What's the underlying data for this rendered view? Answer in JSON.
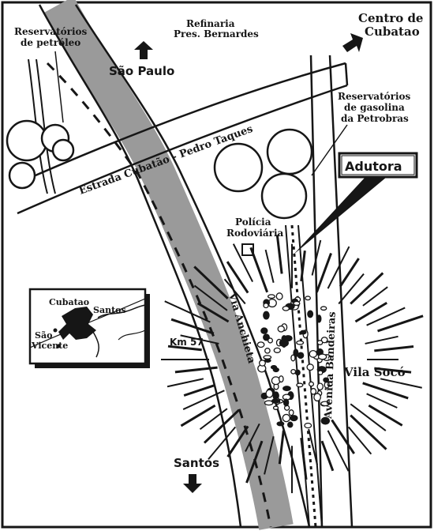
{
  "map": {
    "labels": {
      "reservatorios_petroleo_l1": "Reservatórios",
      "reservatorios_petroleo_l2": "de petróleo",
      "refinaria_l1": "Refinaria",
      "refinaria_l2": "Pres. Bernardes",
      "centro_l1": "Centro de",
      "centro_l2": "Cubatao",
      "sao_paulo": "São Paulo",
      "gasolina_l1": "Reservatórios",
      "gasolina_l2": "de gasolina",
      "gasolina_l3": "da Petrobras",
      "adutora": "Adutora",
      "policia_l1": "Polícia",
      "policia_l2": "Rodoviária",
      "estrada": "Estrada   Cubatão - Pedro  Taques",
      "km57": "Km 57",
      "via_anchieta": "Via Anchieta",
      "avenida_bandeiras": "Avenida   Bandeiras",
      "vila_soco": "Vila Socó",
      "santos": "Santos"
    },
    "inset": {
      "cubatao": "Cubatao",
      "santos": "Santos",
      "sao_vicente_l1": "São",
      "sao_vicente_l2": "Vicente"
    },
    "colors": {
      "ink": "#161616",
      "paper": "#ffffff",
      "highlight": "#9a9a9a"
    },
    "icons": [
      "arrow-up-icon",
      "arrow-down-icon",
      "arrow-northeast-icon",
      "fire-burst-icon"
    ]
  }
}
